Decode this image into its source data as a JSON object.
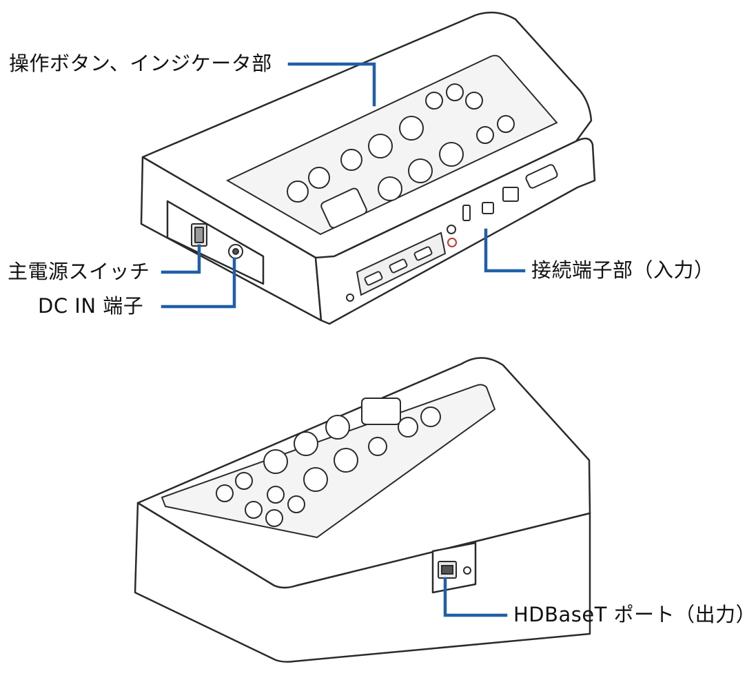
{
  "labels": {
    "controls": "操作ボタン、インジケータ部",
    "main_switch": "主電源スイッチ",
    "dc_in": "DC IN 端子",
    "inputs": "接続端子部（入力）",
    "hdbaset": "HDBaseT ポート（出力）"
  },
  "colors": {
    "leader": "#1f5fa8",
    "outline": "#2a2a2a",
    "panel": "#f4f4f4",
    "body": "#ffffff"
  }
}
